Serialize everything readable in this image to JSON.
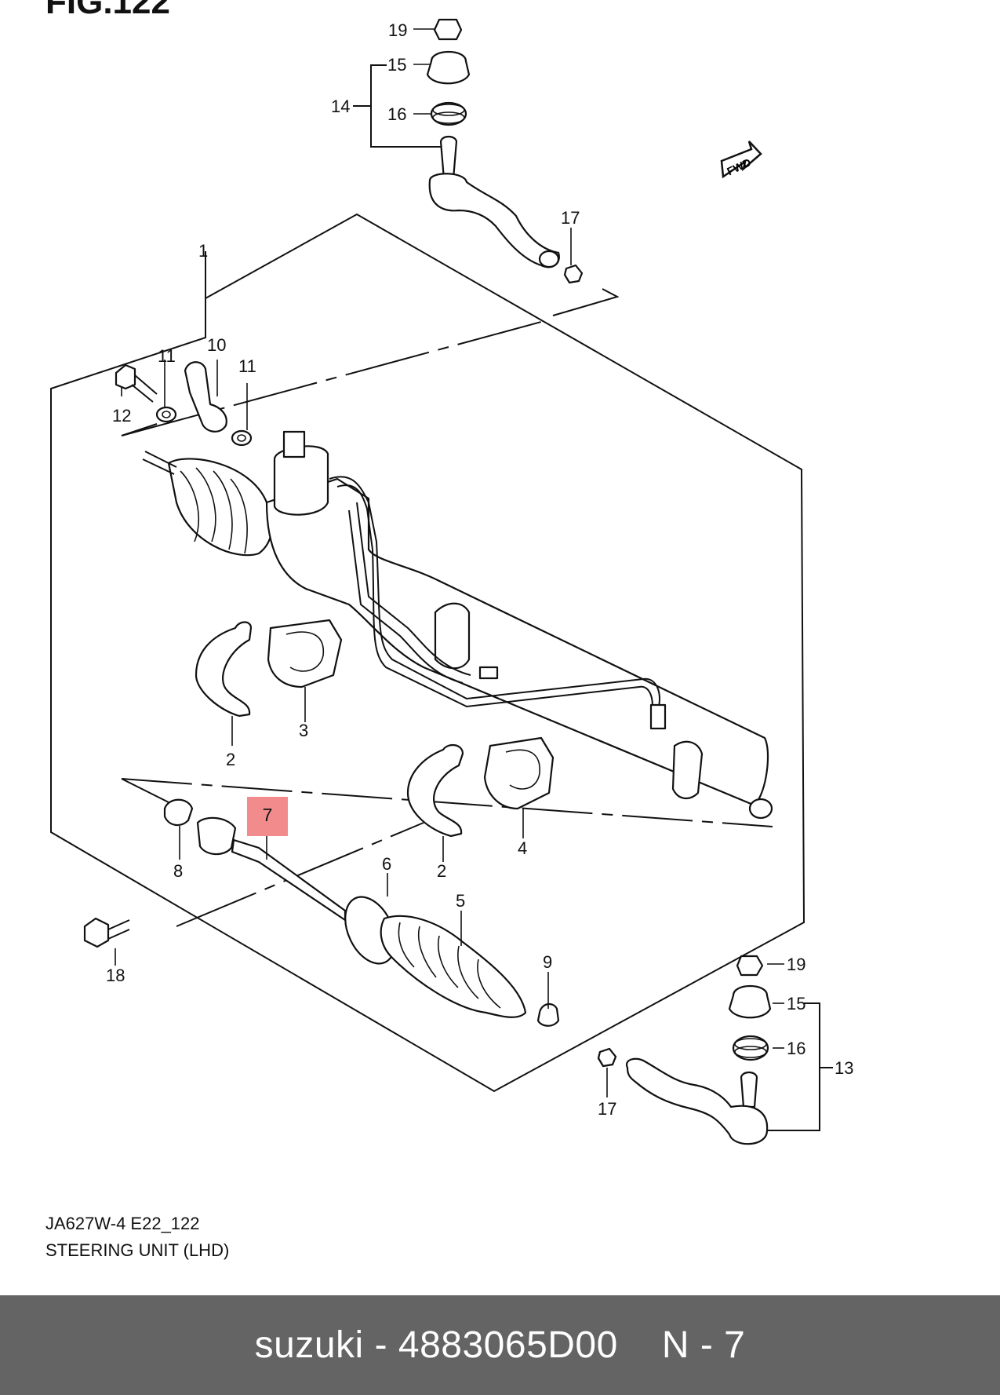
{
  "figure": {
    "title": "FIG.122",
    "code": "JA627W-4 E22_122",
    "name": "STEERING UNIT (LHD)",
    "fwd_label": "FWD"
  },
  "callouts": [
    "1",
    "2",
    "2",
    "3",
    "4",
    "5",
    "6",
    "7",
    "8",
    "9",
    "10",
    "11",
    "11",
    "12",
    "13",
    "14",
    "15",
    "15",
    "16",
    "16",
    "17",
    "17",
    "18",
    "19",
    "19"
  ],
  "highlighted_callout": "7",
  "footer": {
    "brand": "suzuki",
    "separator": "-",
    "part_number": "4883065D00",
    "ref": "N - 7"
  },
  "colors": {
    "highlight": "#f28c8c",
    "footer_bar": "#646464"
  }
}
